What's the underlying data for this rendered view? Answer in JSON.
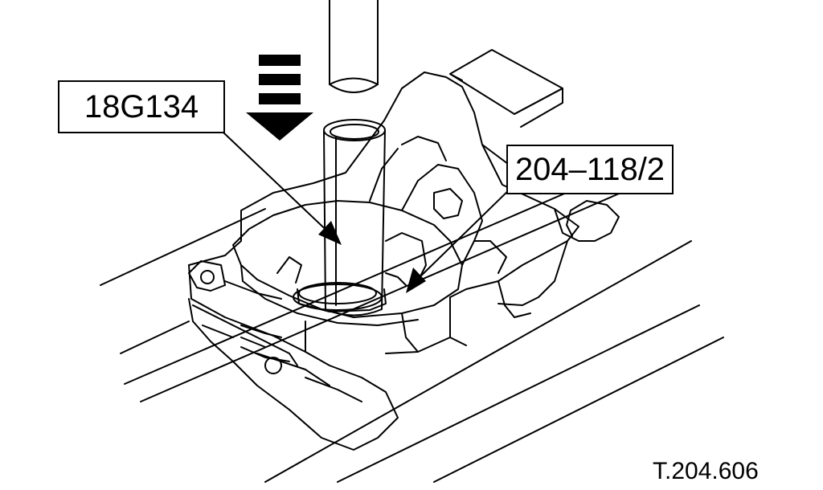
{
  "callouts": {
    "tool_main": "18G134",
    "tool_secondary": "204–118/2"
  },
  "figure_reference": "T.204.606",
  "colors": {
    "line": "#000000",
    "background": "#ffffff"
  }
}
